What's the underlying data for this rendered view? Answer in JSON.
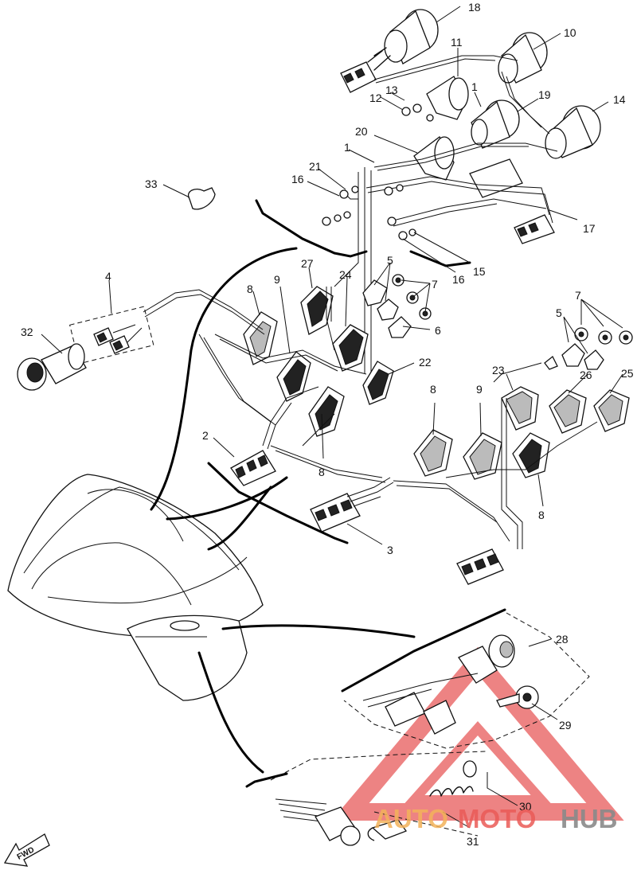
{
  "diagram": {
    "callouts": [
      {
        "id": "c1a",
        "text": "1"
      },
      {
        "id": "c1b",
        "text": "1"
      },
      {
        "id": "c2",
        "text": "2"
      },
      {
        "id": "c3",
        "text": "3"
      },
      {
        "id": "c4",
        "text": "4"
      },
      {
        "id": "c5a",
        "text": "5"
      },
      {
        "id": "c5b",
        "text": "5"
      },
      {
        "id": "c6",
        "text": "6"
      },
      {
        "id": "c7a",
        "text": "7"
      },
      {
        "id": "c7b",
        "text": "7"
      },
      {
        "id": "c8a",
        "text": "8"
      },
      {
        "id": "c8b",
        "text": "8"
      },
      {
        "id": "c8c",
        "text": "8"
      },
      {
        "id": "c8d",
        "text": "8"
      },
      {
        "id": "c9a",
        "text": "9"
      },
      {
        "id": "c9b",
        "text": "9"
      },
      {
        "id": "c10",
        "text": "10"
      },
      {
        "id": "c11",
        "text": "11"
      },
      {
        "id": "c12",
        "text": "12"
      },
      {
        "id": "c13",
        "text": "13"
      },
      {
        "id": "c14",
        "text": "14"
      },
      {
        "id": "c15",
        "text": "15"
      },
      {
        "id": "c16a",
        "text": "16"
      },
      {
        "id": "c16b",
        "text": "16"
      },
      {
        "id": "c17",
        "text": "17"
      },
      {
        "id": "c18",
        "text": "18"
      },
      {
        "id": "c19",
        "text": "19"
      },
      {
        "id": "c20",
        "text": "20"
      },
      {
        "id": "c21",
        "text": "21"
      },
      {
        "id": "c22",
        "text": "22"
      },
      {
        "id": "c23",
        "text": "23"
      },
      {
        "id": "c24",
        "text": "24"
      },
      {
        "id": "c25",
        "text": "25"
      },
      {
        "id": "c26",
        "text": "26"
      },
      {
        "id": "c27",
        "text": "27"
      },
      {
        "id": "c28",
        "text": "28"
      },
      {
        "id": "c29",
        "text": "29"
      },
      {
        "id": "c30",
        "text": "30"
      },
      {
        "id": "c31",
        "text": "31"
      },
      {
        "id": "c32",
        "text": "32"
      },
      {
        "id": "c33",
        "text": "33"
      }
    ],
    "fwd_label": "FWD"
  },
  "watermark": {
    "part1": "AUTO",
    "part2": "MOTO",
    "part3": "HUB",
    "colors": {
      "auto": "#f3b25a",
      "moto": "#ea5b57",
      "hub": "#8a8a8a",
      "triangle": "#e85a5a"
    }
  }
}
